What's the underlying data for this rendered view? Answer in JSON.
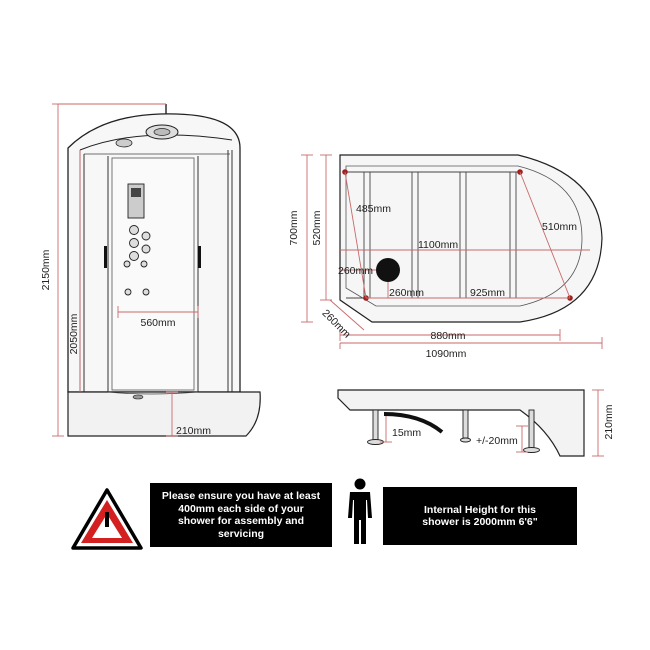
{
  "front_view": {
    "height_total": "2150mm",
    "height_panel": "2050mm",
    "door_width": "560mm",
    "tray_height": "210mm"
  },
  "plan_view": {
    "depth_total": "700mm",
    "depth_inner": "520mm",
    "diag_left": "485mm",
    "diag_right": "510mm",
    "inner_width": "1100mm",
    "waste_offset_x": "260mm",
    "waste_offset_y": "260mm",
    "front_span": "925mm",
    "corner": "260mm",
    "width_880": "880mm",
    "width_total": "1090mm"
  },
  "tray_side_view": {
    "leg_height": "15mm",
    "leg_adjust": "+/-20mm",
    "tray_height": "210mm"
  },
  "notices": {
    "assembly": [
      "Please ensure you have at least",
      "400mm each side of your",
      "shower for assembly and",
      "servicing"
    ],
    "internal_height": [
      "Internal Height for this",
      "shower is 2000mm 6'6\""
    ]
  },
  "colors": {
    "dimension_line": "#c86a6a",
    "outline": "#222222",
    "warning_red": "#d32020"
  }
}
